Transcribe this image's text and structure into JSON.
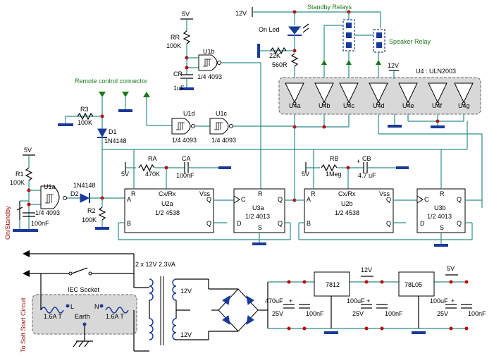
{
  "labels": {
    "standby_relays": "Standby Relays",
    "speaker_relay": "Speaker Relay",
    "on_led": "On Led",
    "remote_conn": "Remote control connector",
    "u4": "U4 : ULN2003",
    "v12_top": "12V",
    "v12_u4": "12V",
    "v5_rr": "5V",
    "v5_r1": "5V",
    "v5_a": "5V",
    "v5_b": "5V",
    "v12_out": "12V",
    "v5_out": "5V",
    "on_standby": "On/Standby",
    "soft_start": "To Soft Start Circuit",
    "transformer": "2 x 12V 2.3VA",
    "sec1": "12V",
    "sec2": "12V",
    "iec_socket": "IEC Socket",
    "fuse_l": "1.6A T",
    "fuse_n": "1.6A T",
    "l": "L",
    "n": "N",
    "earth": "Earth"
  },
  "components": {
    "rr": "RR",
    "rr_val": "100K",
    "cr": "CR",
    "cr_val": "1uF",
    "u1b": "U1b",
    "u1b_type": "1/4 4093",
    "u1d": "U1d",
    "u1d_type": "1/4 4093",
    "u1c": "U1c",
    "u1c_type": "1/4 4093",
    "u1a": "U1a",
    "u1a_type": "1/4 4093",
    "r3": "R3",
    "r3_val": "100K",
    "d1": "D1",
    "d1_val": "1N4148",
    "r1": "R1",
    "r1_val": "100K",
    "d2": "D2",
    "d2_val": "1N4148",
    "r2": "R2",
    "r2_val": "100K",
    "c1_val": "100nF",
    "r22k": "22K",
    "r560": "560R",
    "ra": "RA",
    "ra_val": "470K",
    "ca": "CA",
    "ca_val": "100nF",
    "rb": "RB",
    "rb_val": "1Meg",
    "cb": "CB",
    "cb_val": "4.7 uF",
    "u2a": "U2a",
    "u2a_type": "1/2 4538",
    "u2b": "U2b",
    "u2b_type": "1/2 4538",
    "u3a": "U3a",
    "u3a_type": "1/2 4013",
    "u3b": "U3b",
    "u3b_type": "1/2 4013",
    "pin_r": "R",
    "pin_cxrx": "Cx/Rx",
    "pin_vss": "Vss",
    "pin_a": "A",
    "pin_b": "B",
    "pin_q": "Q",
    "pin_c": "C",
    "pin_d": "D",
    "pin_s": "S",
    "u4_gates": [
      "U4a",
      "U4b",
      "U4c",
      "U4d",
      "U4e",
      "U4f",
      "U4g"
    ],
    "reg1": "7812",
    "reg2": "78L05",
    "cap470": "470uF",
    "cap470_v": "25V",
    "cap100n_1": "100nF",
    "cap100u_1": "100uF",
    "cap100u_1_v": "25V",
    "cap100n_2": "100nF",
    "cap100u_2": "100uF",
    "cap100u_2_v": "25V",
    "cap100n_3": "100nF",
    "plus": "+"
  }
}
